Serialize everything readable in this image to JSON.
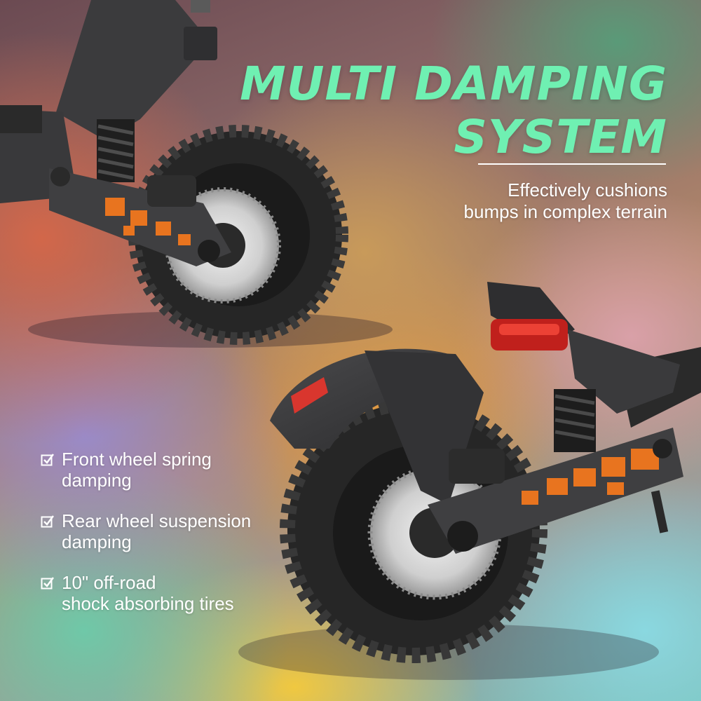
{
  "headline": {
    "line1": "MULTI DAMPING",
    "line2": "SYSTEM"
  },
  "subtitle": {
    "line1": "Effectively cushions",
    "line2": "bumps in complex terrain"
  },
  "features": [
    {
      "line1": "Front wheel spring",
      "line2": "damping"
    },
    {
      "line1": "Rear wheel suspension",
      "line2": "damping"
    },
    {
      "line1": "10\" off-road",
      "line2": "shock absorbing tires"
    }
  ],
  "icons": {
    "feature_bullet": "checkbox-check-icon"
  },
  "colors": {
    "headline": "#6ff0b2",
    "accent_orange": "#e8741f",
    "frame_dark": "#3a3a3c",
    "text": "#ffffff"
  }
}
